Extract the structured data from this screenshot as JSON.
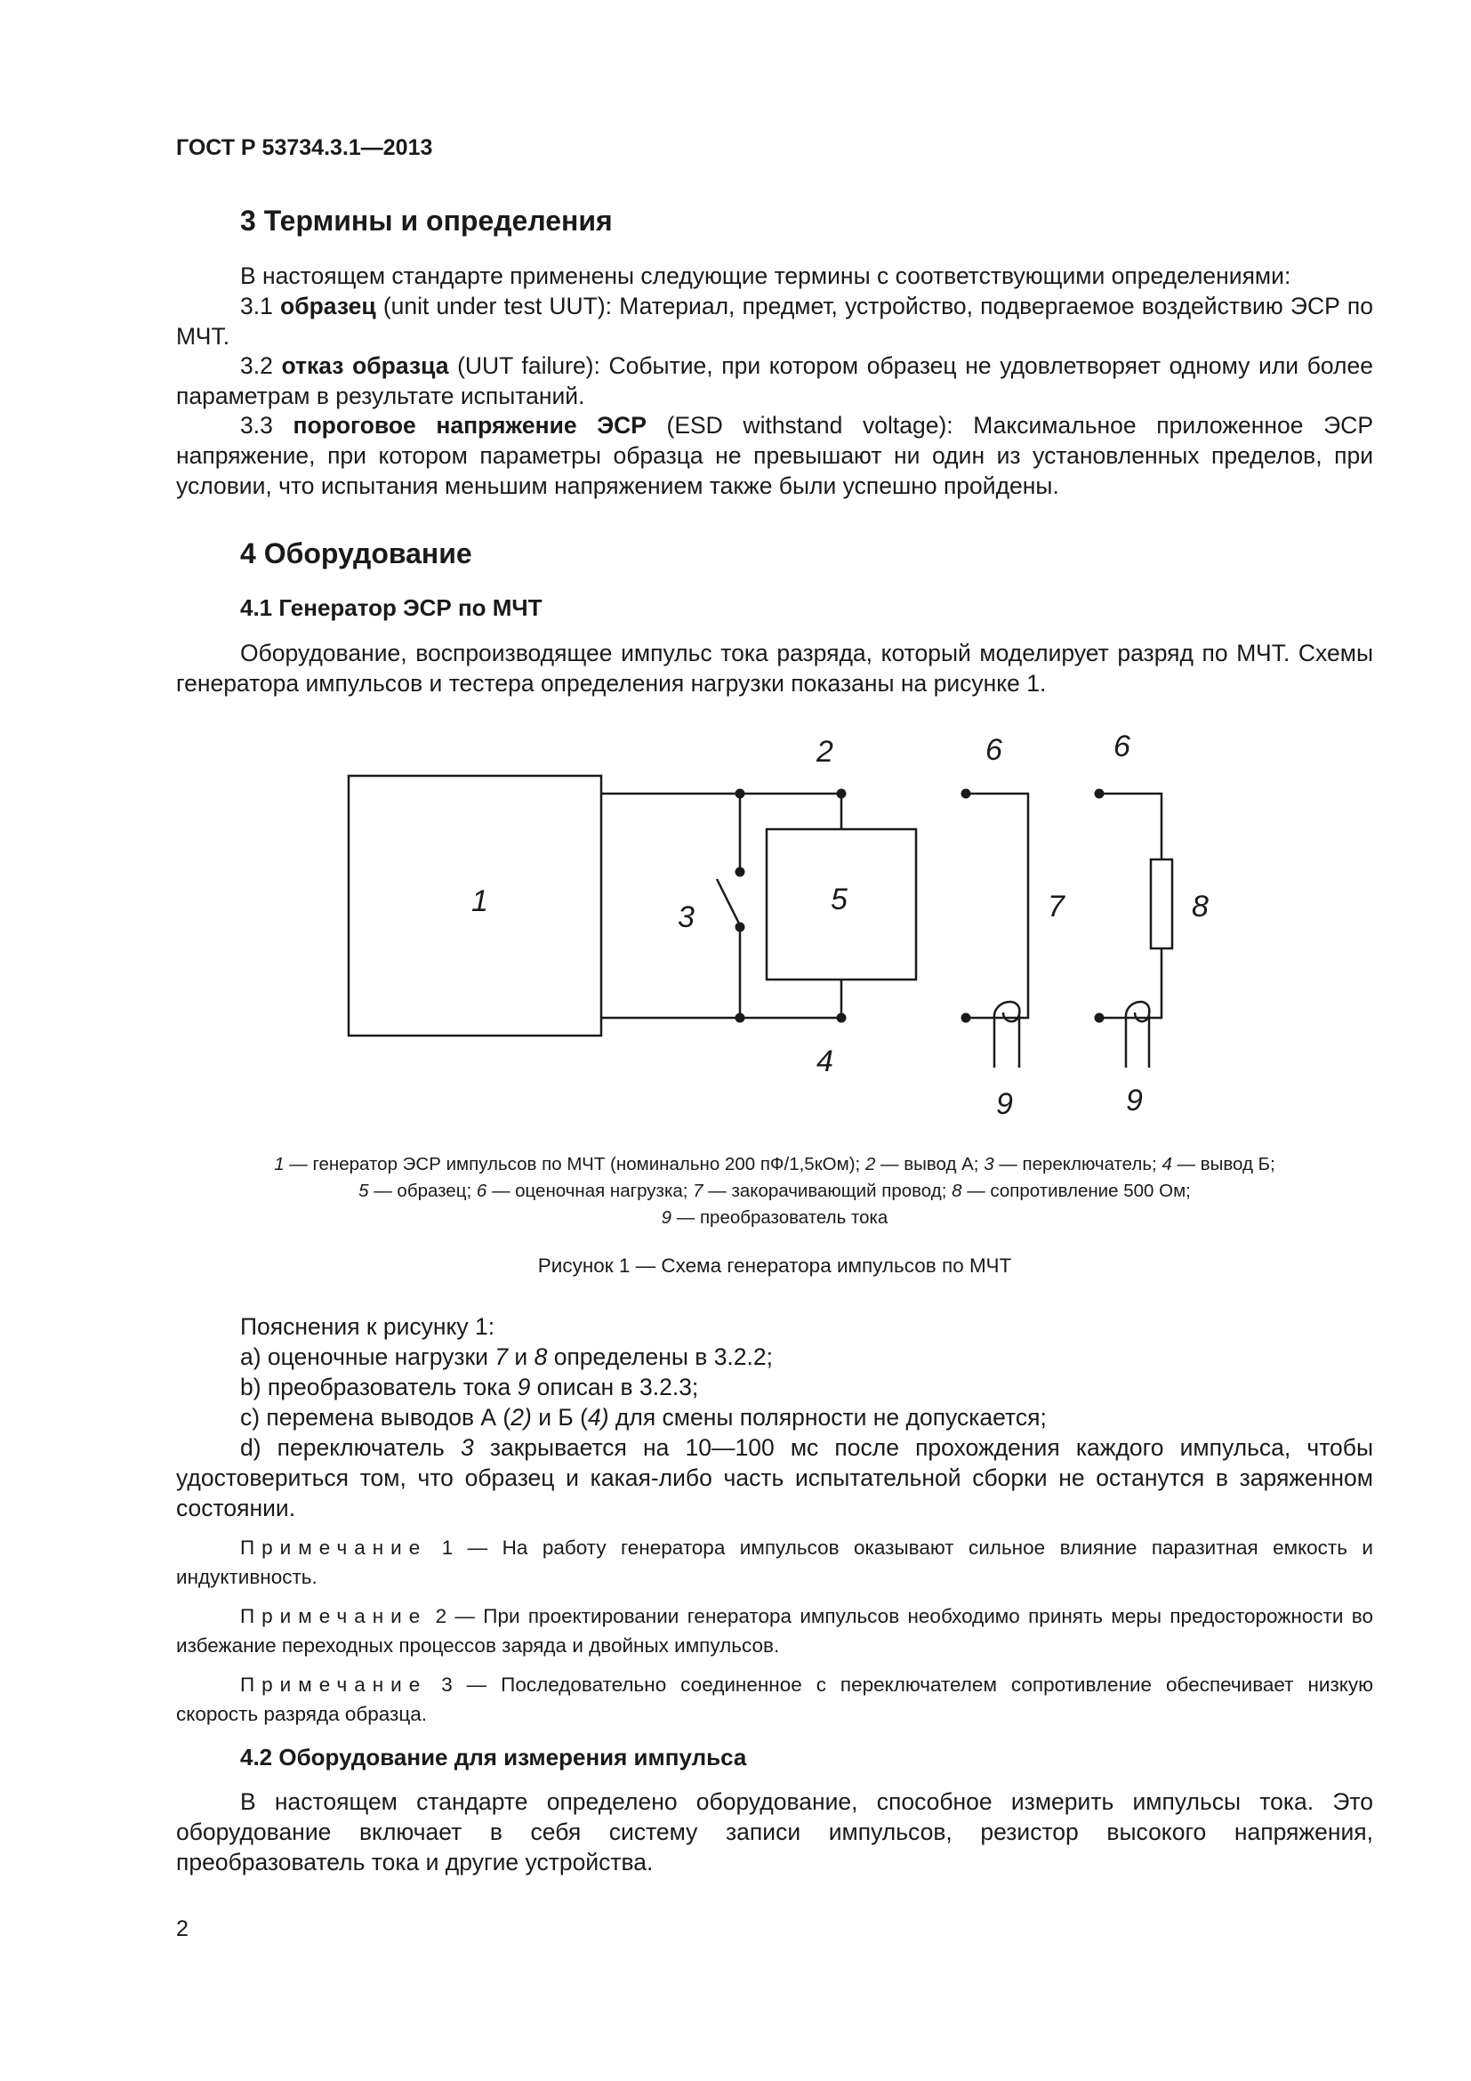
{
  "header": {
    "doc_code": "ГОСТ Р 53734.3.1—2013"
  },
  "section3": {
    "title": "3 Термины и определения",
    "intro": "В настоящем стандарте применены следующие термины с соответствующими определениями:",
    "t31_num": "3.1 ",
    "t31_term": "образец",
    "t31_text": " (unit under test UUT): Материал, предмет, устройство, подвергаемое воздействию ЭСР по МЧТ.",
    "t32_num": "3.2 ",
    "t32_term": "отказ образца",
    "t32_text": " (UUT failure): Событие, при котором образец не удовлетворяет одному или более параметрам в результате испытаний.",
    "t33_num": "3.3 ",
    "t33_term": "пороговое напряжение ЭСР",
    "t33_text": " (ESD withstand voltage): Максимальное приложенное ЭСР напряжение, при котором параметры образца не превышают ни один из установленных пределов, при условии, что испытания меньшим напряжением также были успешно пройдены."
  },
  "section4": {
    "title": "4 Оборудование",
    "s41_title": "4.1 Генератор ЭСР по МЧТ",
    "s41_text": "Оборудование, воспроизводящее импульс тока разряда, который моделирует разряд по МЧТ. Схемы генератора импульсов и тестера определения нагрузки показаны на рисунке 1.",
    "s42_title": "4.2 Оборудование для измерения импульса",
    "s42_text": "В настоящем стандарте определено оборудование, способное измерить импульсы тока. Это оборудование включает в себя систему записи импульсов, резистор высокого напряжения, преобразователь тока и другие устройства."
  },
  "figure": {
    "labels": {
      "l1": "1",
      "l2": "2",
      "l3": "3",
      "l4": "4",
      "l5": "5",
      "l6a": "6",
      "l6b": "6",
      "l7": "7",
      "l8": "8",
      "l9a": "9",
      "l9b": "9"
    },
    "caption": {
      "c1n": "1",
      "c1": " — генератор ЭСР импульсов по МЧТ (номинально 200 пФ/1,5кОм); ",
      "c2n": "2",
      "c2": " — вывод А; ",
      "c3n": "3",
      "c3": " — переключатель; ",
      "c4n": "4",
      "c4": " — вывод Б;",
      "c5n": "5",
      "c5": " — образец; ",
      "c6n": "6",
      "c6": " — оценочная нагрузка; ",
      "c7n": "7",
      "c7": " — закорачивающий провод; ",
      "c8n": "8",
      "c8": " — сопротивление 500 Ом;",
      "c9n": "9",
      "c9": " — преобразователь тока"
    },
    "title": "Рисунок 1 — Схема генератора импульсов по МЧТ"
  },
  "explanations": {
    "heading": "Пояснения к рисунку 1:",
    "a1": "a) оценочные нагрузки ",
    "a_n1": "7",
    "a2": " и ",
    "a_n2": "8",
    "a3": " определены в 3.2.2;",
    "b1": "b) преобразователь тока ",
    "b_n1": "9",
    "b2": " описан в 3.2.3;",
    "c1": "c) перемена выводов А (",
    "c_n1": "2)",
    "c2": " и Б (",
    "c_n2": "4)",
    "c3": " для смены полярности не допускается;",
    "d1": "d) переключатель ",
    "d_n1": "3",
    "d2": " закрывается на 10—100 мс после прохождения каждого импульса, чтобы удостовериться том, что образец и какая-либо часть испытательной сборки не останутся в заряженном состоянии."
  },
  "notes": [
    {
      "label": "Примечание",
      "num": " 1 — ",
      "text": "На работу генератора импульсов оказывают сильное влияние паразитная емкость и индуктивность."
    },
    {
      "label": "Примечание",
      "num": " 2 — ",
      "text": "При проектировании генератора импульсов необходимо принять меры предосторожности во избежание переходных процессов заряда и двойных импульсов."
    },
    {
      "label": "Примечание",
      "num": " 3 — ",
      "text": "Последовательно соединенное с переключателем сопротивление обеспечивает низкую скорость разряда образца."
    }
  ],
  "page_number": "2"
}
